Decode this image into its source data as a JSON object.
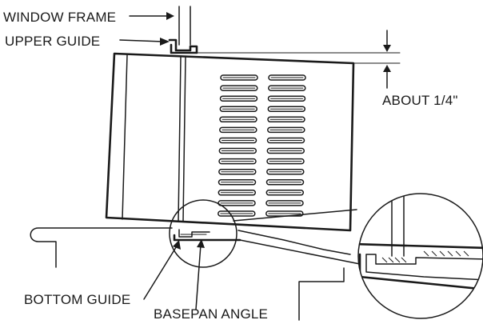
{
  "labels": {
    "window_frame": "WINDOW FRAME",
    "upper_guide": "UPPER GUIDE",
    "about": "ABOUT 1/4\"",
    "bottom_guide": "BOTTOM GUIDE",
    "basepan_angle": "BASEPAN ANGLE"
  },
  "louvers": {
    "rows": 14
  },
  "colors": {
    "ink": "#1a1a1a",
    "background": "#ffffff"
  }
}
